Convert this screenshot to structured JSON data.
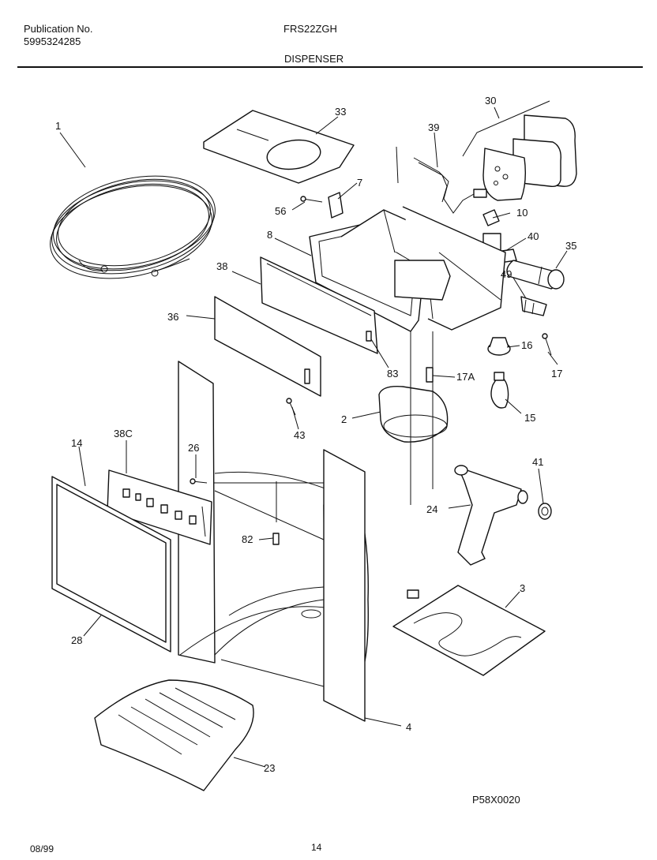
{
  "header": {
    "publication_label": "Publication No.",
    "publication_number": "5995324285",
    "model": "FRS22ZGH",
    "section": "DISPENSER"
  },
  "diagram": {
    "part_callouts": [
      "1",
      "33",
      "30",
      "39",
      "7",
      "56",
      "10",
      "8",
      "40",
      "35",
      "38",
      "49",
      "36",
      "16",
      "17",
      "17A",
      "83",
      "2",
      "43",
      "15",
      "38C",
      "14",
      "26",
      "41",
      "24",
      "82",
      "3",
      "28",
      "4",
      "23"
    ],
    "figure_code": "P58X0020"
  },
  "footer": {
    "date": "08/99",
    "page": "14"
  }
}
